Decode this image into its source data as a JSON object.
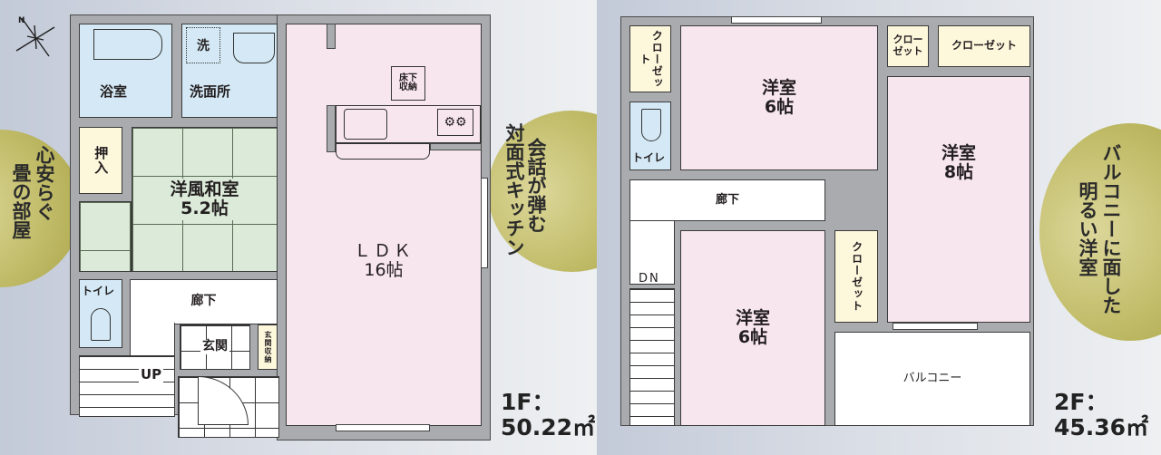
{
  "floor1": {
    "level_label": "1F：",
    "area": "50.22㎡",
    "callout": {
      "columns": [
        "心安らぐ",
        "畳の部屋"
      ],
      "text": "心安らぐ畳の部屋"
    },
    "callout_kitchen": {
      "columns": [
        "会話が弾む",
        "対面式キッチン"
      ],
      "text": "会話が弾む対面式キッチン"
    },
    "rooms": {
      "bath": "浴室",
      "washroom": "洗面所",
      "washer": "洗",
      "closet_oshiire": "押入",
      "japanese_room": "洋風和室",
      "japanese_room_size": "5.2帖",
      "toilet": "トイレ",
      "hallway": "廊下",
      "entrance": "玄関",
      "entrance_storage": "玄関収納",
      "stairs_up": "UP",
      "ldk": "ＬＤＫ",
      "ldk_size": "16帖",
      "underfloor_storage": "床下収納"
    }
  },
  "floor2": {
    "level_label": "2F：",
    "area": "45.36㎡",
    "callout": {
      "columns": [
        "バルコニーに面した",
        "明るい洋室"
      ],
      "text": "バルコニーに面した明るい洋室"
    },
    "rooms": {
      "walk_in_closet": "クローゼット",
      "bedroom_nw": "洋室",
      "bedroom_nw_size": "6帖",
      "closet_small": "クローゼット",
      "closet_wide": "クローゼット",
      "bedroom_east": "洋室",
      "bedroom_east_size": "8帖",
      "toilet": "トイレ",
      "hallway": "廊下",
      "stairs_down": "DN",
      "bedroom_sw": "洋室",
      "bedroom_sw_size": "6帖",
      "closet_vertical": "クローゼット",
      "balcony": "バルコニー"
    }
  },
  "colors": {
    "wall": "#a9abae",
    "ldk_bedroom_pink": "#f8e6ef",
    "wet_area_blue": "#d4e9f5",
    "tatami_green": "#dcebd9",
    "storage_cream": "#fdf7dc",
    "callout_olive": "#c2bd6a",
    "background_left": "#c3cad8",
    "background_right": "#eef0f2"
  }
}
